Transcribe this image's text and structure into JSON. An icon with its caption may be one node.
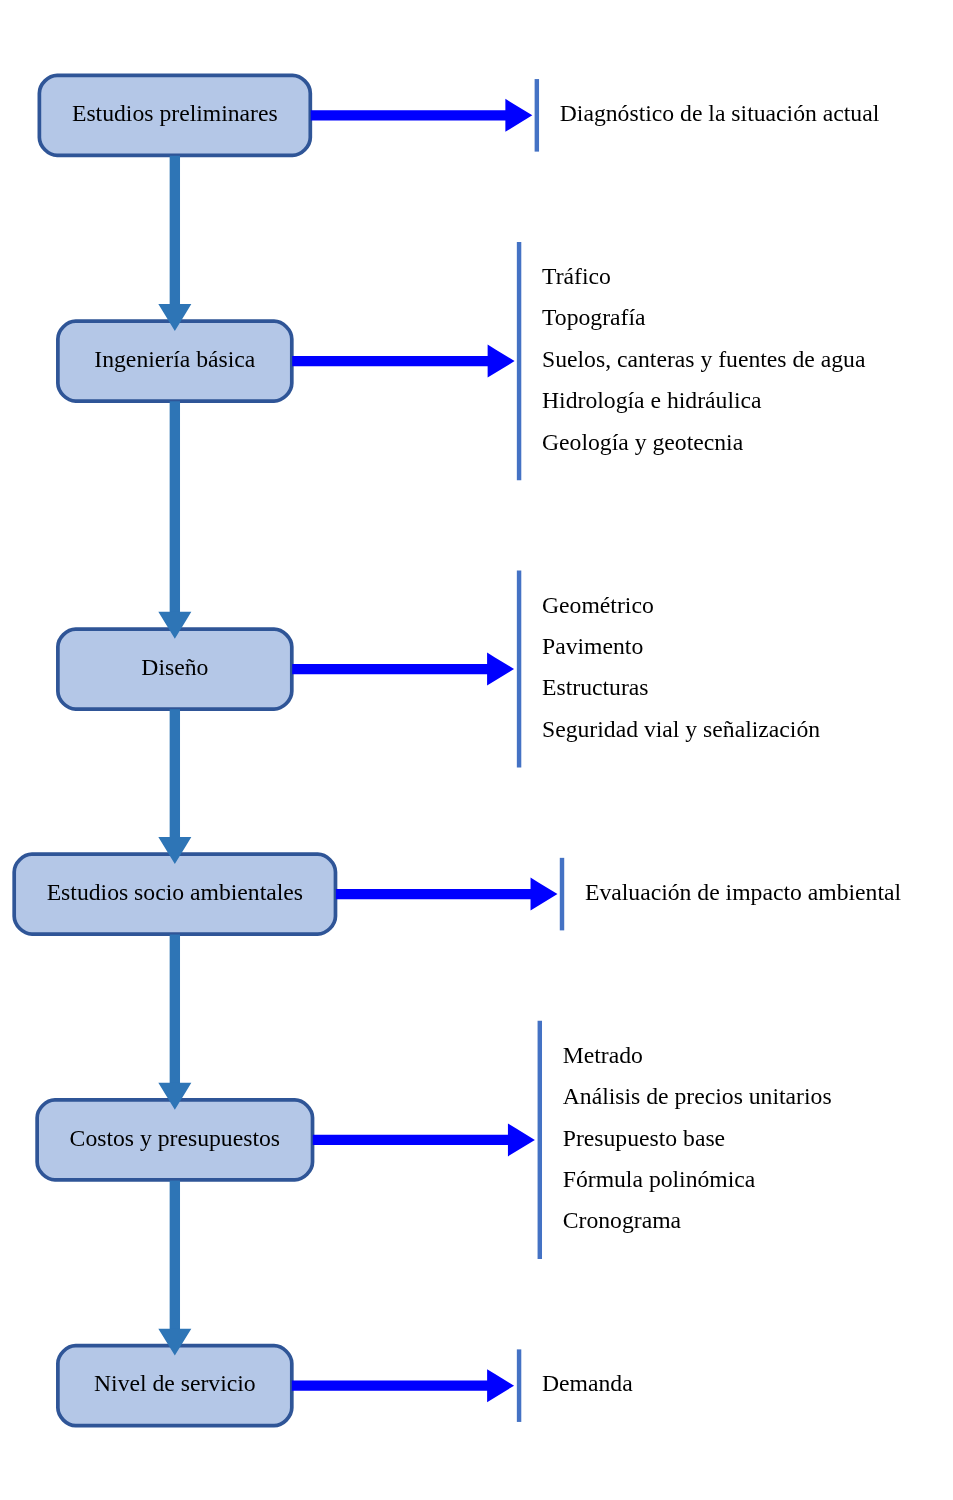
{
  "diagram": {
    "nodes": [
      {
        "text": [
          "Estudios preliminares"
        ]
      },
      {
        "text": [
          "Diagnóstico de la situación actual"
        ]
      },
      {
        "text": [
          "Ingeniería básica"
        ]
      },
      {
        "text": [
          "Tráfico",
          "Topografía",
          "Suelos, canteras y fuentes de agua",
          "Hidrología e hidráulica",
          "Geología y geotecnia"
        ]
      },
      {
        "text": [
          "Diseño"
        ]
      },
      {
        "text": [
          "Geométrico",
          "Pavimento",
          "Estructuras",
          "Seguridad vial y señalización"
        ]
      },
      {
        "text": [
          "Estudios socio ambientales"
        ]
      },
      {
        "text": [
          "Evaluación de impacto ambiental"
        ]
      },
      {
        "text": [
          "Costos y presupuestos"
        ]
      },
      {
        "text": [
          "Metrado",
          "Análisis de precios unitarios",
          "Presupuesto base",
          "Fórmula polinómica",
          "Cronograma"
        ]
      },
      {
        "text": [
          "Nivel de servicio"
        ]
      },
      {
        "text": [
          "Demanda"
        ]
      }
    ],
    "edges": [
      {
        "from": 0,
        "to": 1,
        "arrow": "to"
      },
      {
        "from": 0,
        "to": 2,
        "arrow": "to",
        "color": "#2e75b6"
      },
      {
        "from": 2,
        "to": 3,
        "arrow": "to"
      },
      {
        "from": 2,
        "to": 4,
        "arrow": "to",
        "color": "#2e75b6"
      },
      {
        "from": 4,
        "to": 5,
        "arrow": "to"
      },
      {
        "from": 4,
        "to": 6,
        "arrow": "to",
        "color": "#2e75b6"
      },
      {
        "from": 6,
        "to": 7,
        "arrow": "to"
      },
      {
        "from": 6,
        "to": 8,
        "arrow": "to",
        "color": "#2e75b6"
      },
      {
        "from": 8,
        "to": 9,
        "arrow": "to"
      },
      {
        "from": 8,
        "to": 10,
        "arrow": "to",
        "color": "#2e75b6"
      },
      {
        "from": 10,
        "to": 11,
        "arrow": "to"
      }
    ]
  }
}
